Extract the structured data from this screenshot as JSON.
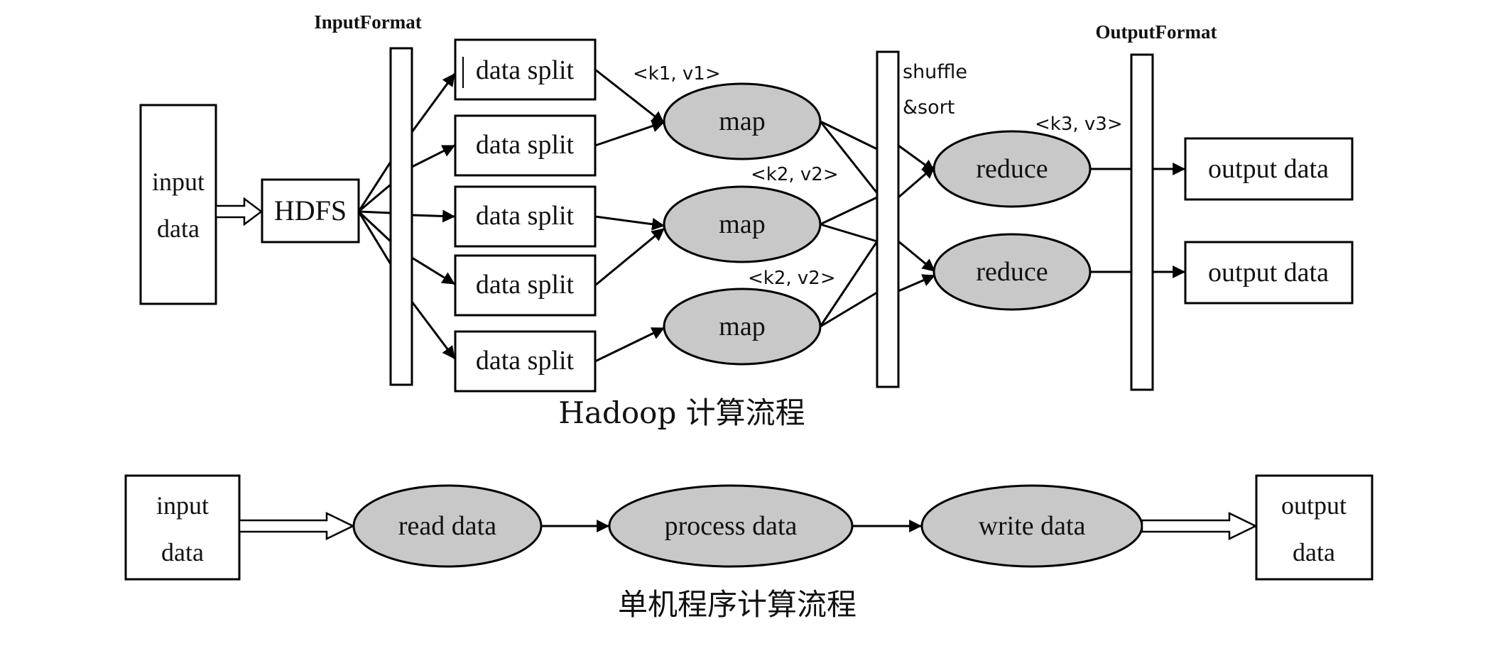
{
  "hadoop": {
    "caption": "Hadoop 计算流程",
    "input_label_line1": "input",
    "input_label_line2": "data",
    "hdfs_label": "HDFS",
    "input_format_label": "InputFormat",
    "output_format_label": "OutputFormat",
    "data_split_label": "data split",
    "map_label": "map",
    "shuffle_label_line1": "shuffle",
    "shuffle_label_line2": "&sort",
    "reduce_label": "reduce",
    "output_data_label": "output data",
    "kv_k1v1": "<k1, v1>",
    "kv_k2v2_upper": "<k2, v2>",
    "kv_k2v2_lower": "<k2, v2>",
    "kv_k3v3": "<k3, v3>"
  },
  "single": {
    "caption": "单机程序计算流程",
    "input_label_line1": "input",
    "input_label_line2": "data",
    "read_label": "read data",
    "process_label": "process data",
    "write_label": "write data",
    "output_label_line1": "output",
    "output_label_line2": "data"
  },
  "colors": {
    "ellipse_fill": "#c8c8c8",
    "stroke": "#000000"
  }
}
